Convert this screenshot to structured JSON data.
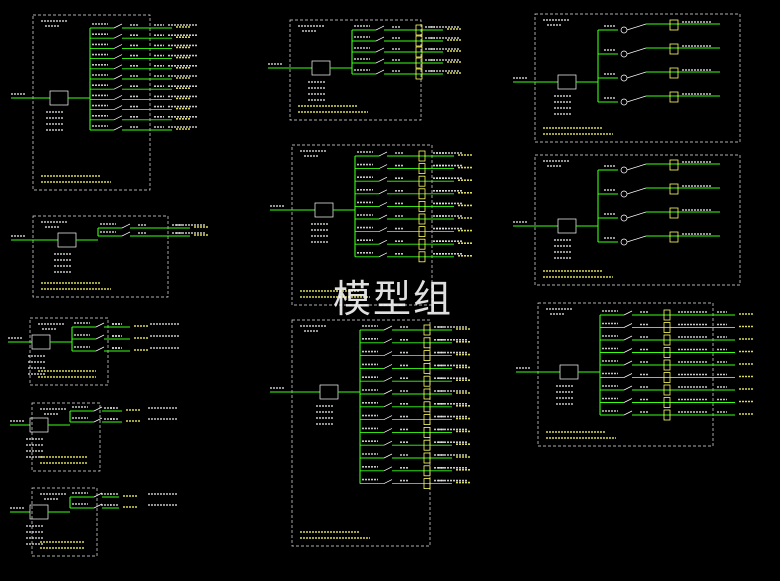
{
  "watermark": "模型组",
  "colors": {
    "background": "#000000",
    "frame": "#e8e8e8",
    "wire": "#39ff14",
    "text": "#e8e8e8",
    "label": "#ffff66",
    "device": "#ffffff"
  },
  "panels": [
    {
      "id": "p1",
      "kind": "breakers-left",
      "rows": 11
    },
    {
      "id": "p2",
      "kind": "breakers-right",
      "rows": 5
    },
    {
      "id": "p3",
      "kind": "relays",
      "rows": 4
    },
    {
      "id": "p4",
      "kind": "breakers-left",
      "rows": 2
    },
    {
      "id": "p5",
      "kind": "breakers-right",
      "rows": 9
    },
    {
      "id": "p6",
      "kind": "relays",
      "rows": 4
    },
    {
      "id": "p7",
      "kind": "breakers-left",
      "rows": 3
    },
    {
      "id": "p8",
      "kind": "breakers-right",
      "rows": 13
    },
    {
      "id": "p9",
      "kind": "breakers-right",
      "rows": 9
    },
    {
      "id": "p10",
      "kind": "breakers-left",
      "rows": 2
    },
    {
      "id": "p11",
      "kind": "breakers-left",
      "rows": 2
    }
  ]
}
